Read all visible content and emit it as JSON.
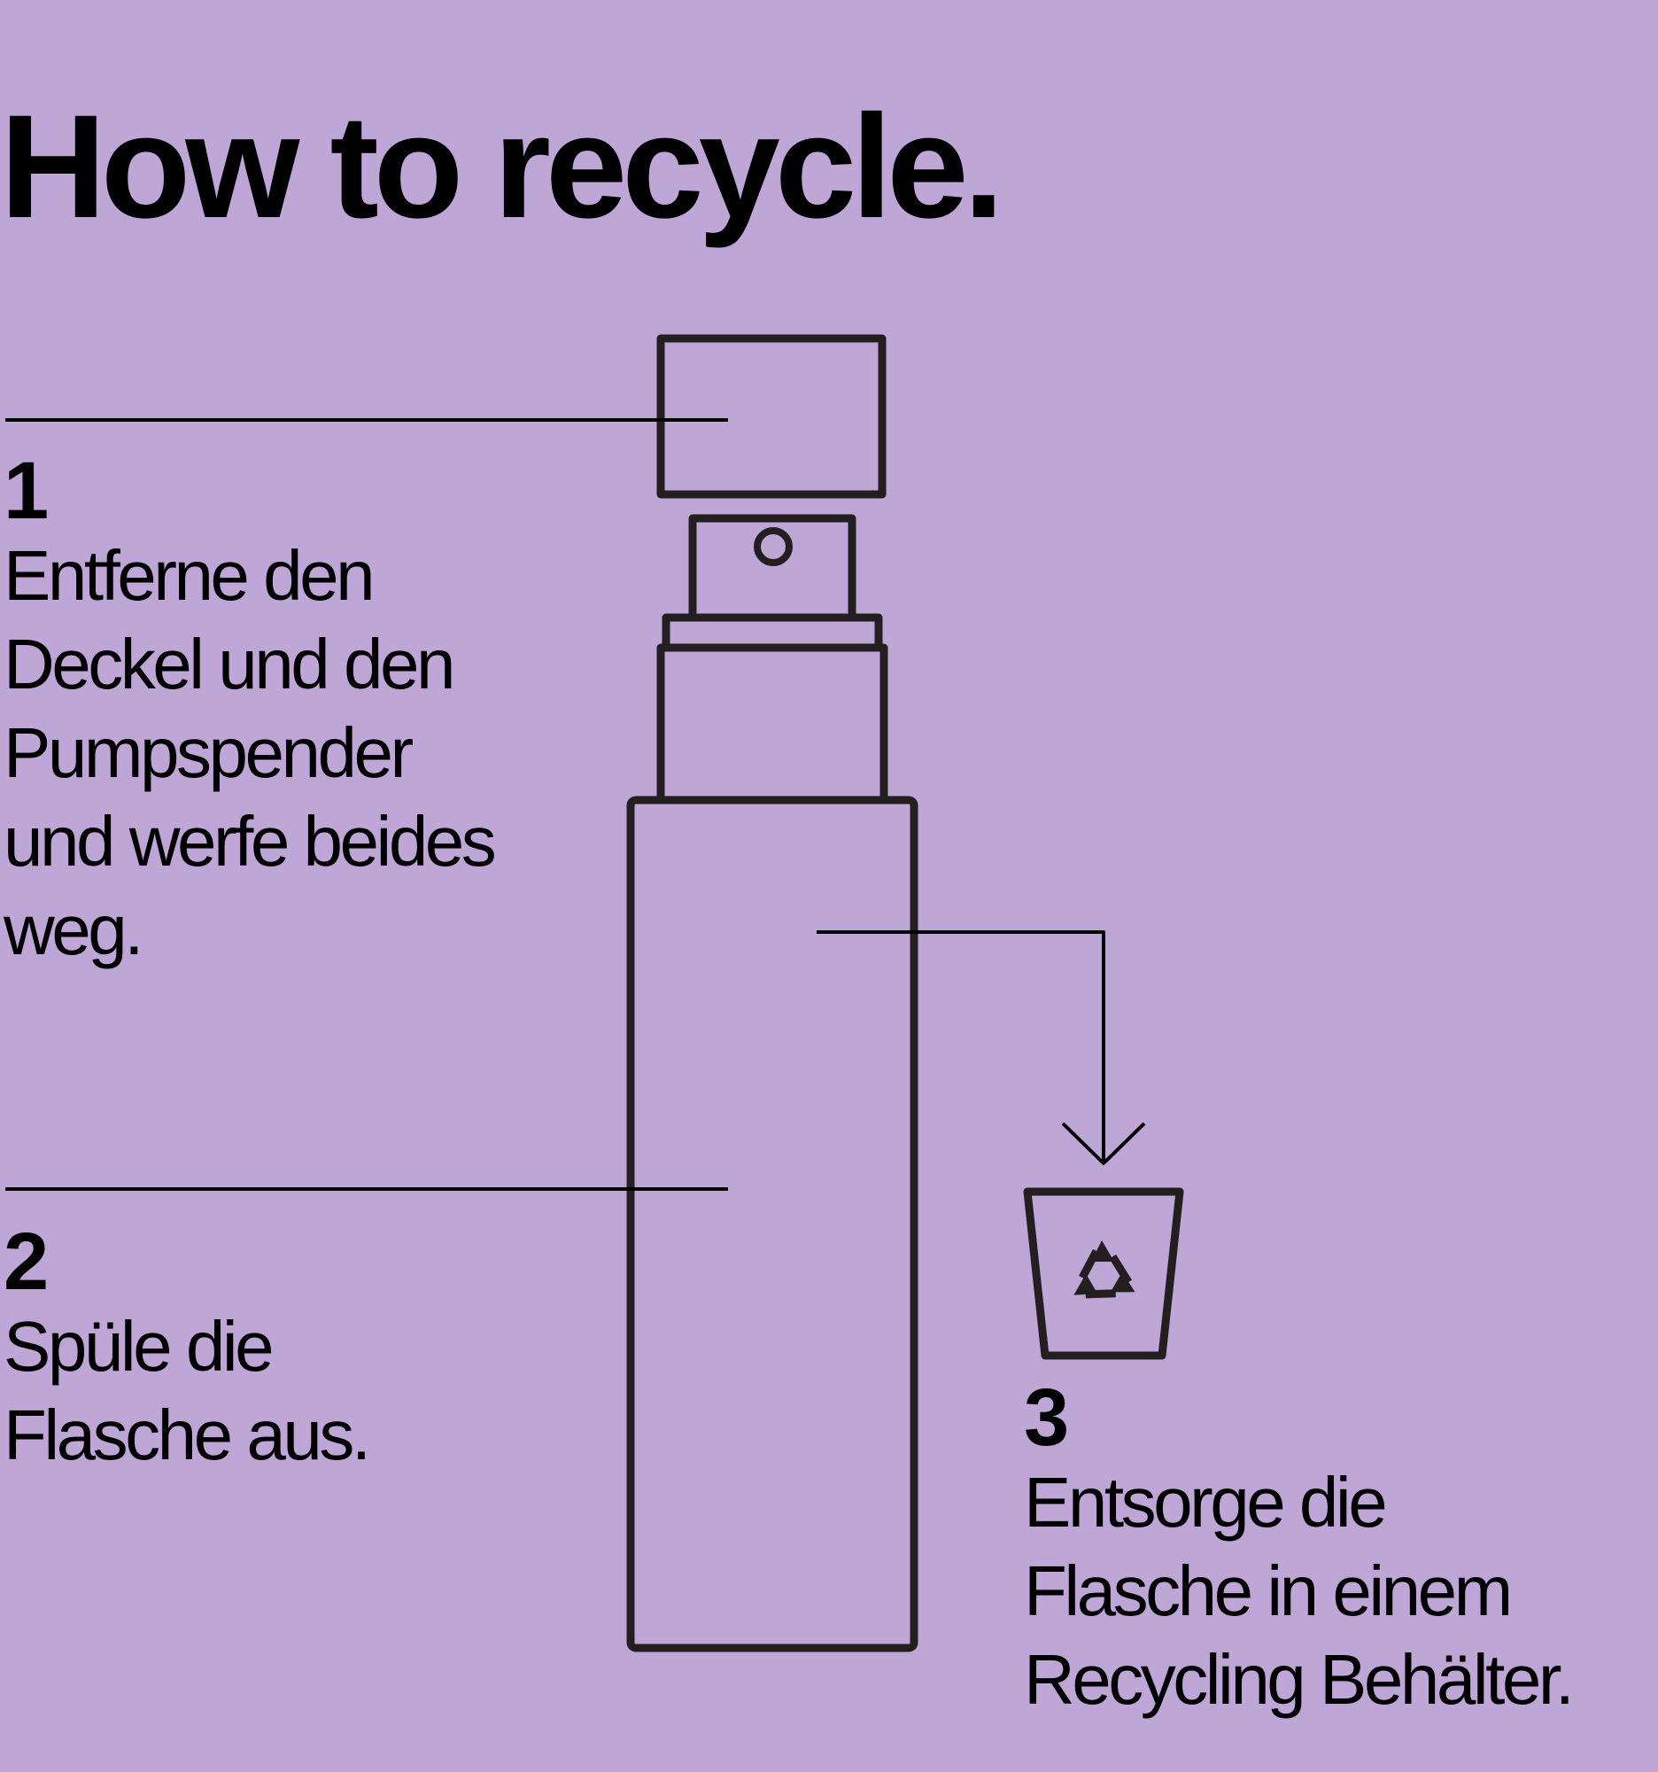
{
  "title": "How to recycle.",
  "colors": {
    "background": "#bea6d7",
    "text": "#000000",
    "line_art": "#231f20"
  },
  "steps": [
    {
      "number": "1",
      "text": "Entferne den\nDeckel und den\nPumpspender\nund werfe beides\nweg."
    },
    {
      "number": "2",
      "text": "Spüle die\nFlasche aus."
    },
    {
      "number": "3",
      "text": "Entsorge die\nFlasche in einem\nRecycling Behälter."
    }
  ],
  "icons": [
    "bottle-cap-icon",
    "pump-dispenser-icon",
    "bottle-icon",
    "arrow-down-icon",
    "recycling-bin-icon",
    "recycle-symbol-icon"
  ]
}
